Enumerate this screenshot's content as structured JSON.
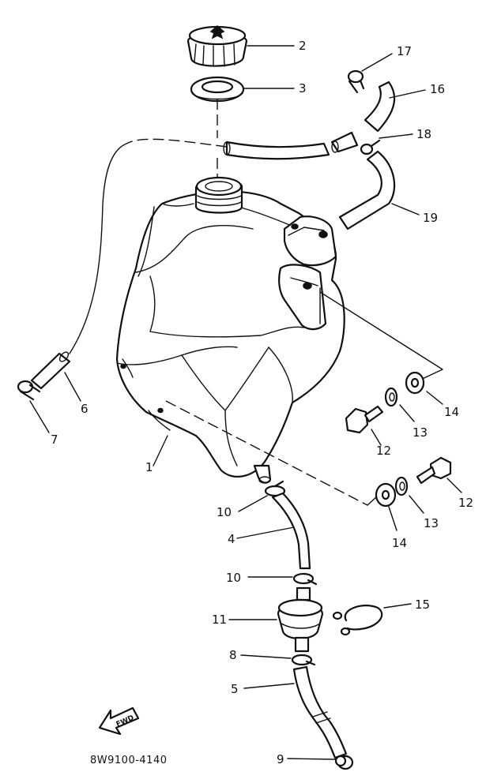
{
  "diagram": {
    "code": "8W9100-4140",
    "fwd_label": "FWD",
    "callouts": {
      "c1": "1",
      "c2": "2",
      "c3": "3",
      "c4": "4",
      "c5": "5",
      "c6": "6",
      "c7": "7",
      "c8": "8",
      "c9": "9",
      "c10a": "10",
      "c10b": "10",
      "c11": "11",
      "c12a": "12",
      "c12b": "12",
      "c13a": "13",
      "c13b": "13",
      "c14a": "14",
      "c14b": "14",
      "c15": "15",
      "c16": "16",
      "c17": "17",
      "c18": "18",
      "c19": "19"
    }
  }
}
